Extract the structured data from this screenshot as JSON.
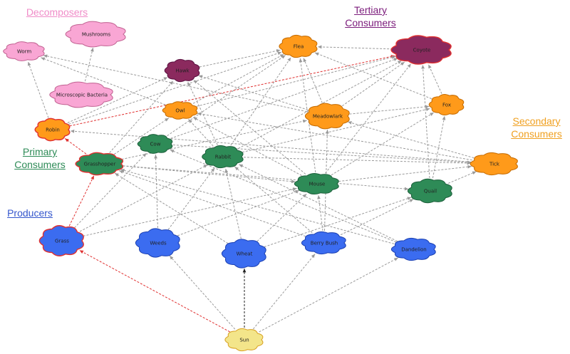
{
  "categories": {
    "decomposers": {
      "label": "Decomposers",
      "color": "#f08cc8"
    },
    "tertiary": {
      "line1": "Tertiary",
      "line2": "Consumers",
      "color": "#7b1b7b"
    },
    "secondary": {
      "line1": "Secondary",
      "line2": "Consumers",
      "color": "#f0a020"
    },
    "primary": {
      "line1": "Primary",
      "line2": "Consumers",
      "color": "#2e8b57"
    },
    "producers": {
      "label": "Producers",
      "color": "#3355cc"
    }
  },
  "node_styles": {
    "decomposer": {
      "fill": "#f9a6d4",
      "stroke": "#c06090"
    },
    "tertiary": {
      "fill": "#8b2a5e",
      "stroke": "#5a1040"
    },
    "secondary": {
      "fill": "#ff9a1a",
      "stroke": "#c46a00"
    },
    "primary": {
      "fill": "#2e8b57",
      "stroke": "#1c5e3a"
    },
    "producer": {
      "fill": "#3b6cf0",
      "stroke": "#1b3fb0"
    },
    "sun": {
      "fill": "#f3e58a",
      "stroke": "#d8a020"
    }
  },
  "nodes": [
    {
      "id": "worm",
      "label": "Worm",
      "type": "decomposer"
    },
    {
      "id": "mushrooms",
      "label": "Mushrooms",
      "type": "decomposer"
    },
    {
      "id": "bacteria",
      "label": "Microscopic Bacteria",
      "type": "decomposer"
    },
    {
      "id": "hawk",
      "label": "Hawk",
      "type": "tertiary"
    },
    {
      "id": "coyote",
      "label": "Coyote",
      "type": "tertiary",
      "outline": "#e03030"
    },
    {
      "id": "flea",
      "label": "Flea",
      "type": "secondary"
    },
    {
      "id": "owl",
      "label": "Owl",
      "type": "secondary"
    },
    {
      "id": "meadowlark",
      "label": "Meadowlark",
      "type": "secondary"
    },
    {
      "id": "fox",
      "label": "Fox",
      "type": "secondary"
    },
    {
      "id": "robin",
      "label": "Robin",
      "type": "secondary",
      "outline": "#e03030"
    },
    {
      "id": "tick",
      "label": "Tick",
      "type": "secondary"
    },
    {
      "id": "cow",
      "label": "Cow",
      "type": "primary"
    },
    {
      "id": "rabbit",
      "label": "Rabbit",
      "type": "primary"
    },
    {
      "id": "grasshopper",
      "label": "Grasshopper",
      "type": "primary",
      "outline": "#e03030"
    },
    {
      "id": "mouse",
      "label": "Mouse",
      "type": "primary"
    },
    {
      "id": "quail",
      "label": "Quail",
      "type": "primary"
    },
    {
      "id": "grass",
      "label": "Grass",
      "type": "producer",
      "outline": "#e03030"
    },
    {
      "id": "weeds",
      "label": "Weeds",
      "type": "producer"
    },
    {
      "id": "wheat",
      "label": "Wheat",
      "type": "producer"
    },
    {
      "id": "berrybush",
      "label": "Berry Bush",
      "type": "producer"
    },
    {
      "id": "dandelion",
      "label": "Dandelion",
      "type": "producer"
    },
    {
      "id": "sun",
      "label": "Sun",
      "type": "sun"
    }
  ],
  "edge_colors": {
    "grey": "#9a9a9a",
    "red": "#e03030",
    "black": "#222222"
  },
  "edges": [
    {
      "from": "sun",
      "to": "grass",
      "color": "red"
    },
    {
      "from": "sun",
      "to": "weeds",
      "color": "grey"
    },
    {
      "from": "sun",
      "to": "wheat",
      "color": "black"
    },
    {
      "from": "sun",
      "to": "berrybush",
      "color": "grey"
    },
    {
      "from": "sun",
      "to": "dandelion",
      "color": "grey"
    },
    {
      "from": "grass",
      "to": "grasshopper",
      "color": "red"
    },
    {
      "from": "robin",
      "to": "coyote",
      "color": "red"
    },
    {
      "from": "grasshopper",
      "to": "robin",
      "color": "red"
    },
    {
      "from": "grass",
      "to": "rabbit",
      "color": "grey"
    },
    {
      "from": "grass",
      "to": "mouse",
      "color": "grey"
    },
    {
      "from": "grass",
      "to": "cow",
      "color": "grey"
    },
    {
      "from": "weeds",
      "to": "cow",
      "color": "grey"
    },
    {
      "from": "weeds",
      "to": "rabbit",
      "color": "grey"
    },
    {
      "from": "weeds",
      "to": "mouse",
      "color": "grey"
    },
    {
      "from": "wheat",
      "to": "rabbit",
      "color": "grey"
    },
    {
      "from": "wheat",
      "to": "mouse",
      "color": "grey"
    },
    {
      "from": "wheat",
      "to": "grasshopper",
      "color": "grey"
    },
    {
      "from": "wheat",
      "to": "quail",
      "color": "grey"
    },
    {
      "from": "berrybush",
      "to": "mouse",
      "color": "grey"
    },
    {
      "from": "berrybush",
      "to": "quail",
      "color": "grey"
    },
    {
      "from": "berrybush",
      "to": "rabbit",
      "color": "grey"
    },
    {
      "from": "berrybush",
      "to": "meadowlark",
      "color": "grey"
    },
    {
      "from": "berrybush",
      "to": "grasshopper",
      "color": "grey"
    },
    {
      "from": "dandelion",
      "to": "cow",
      "color": "grey"
    },
    {
      "from": "dandelion",
      "to": "rabbit",
      "color": "grey"
    },
    {
      "from": "dandelion",
      "to": "grasshopper",
      "color": "grey"
    },
    {
      "from": "grasshopper",
      "to": "owl",
      "color": "grey"
    },
    {
      "from": "grasshopper",
      "to": "meadowlark",
      "color": "grey"
    },
    {
      "from": "grasshopper",
      "to": "mouse",
      "color": "grey"
    },
    {
      "from": "grasshopper",
      "to": "quail",
      "color": "grey"
    },
    {
      "from": "grasshopper",
      "to": "hawk",
      "color": "grey"
    },
    {
      "from": "cow",
      "to": "flea",
      "color": "grey"
    },
    {
      "from": "cow",
      "to": "tick",
      "color": "grey"
    },
    {
      "from": "cow",
      "to": "coyote",
      "color": "grey"
    },
    {
      "from": "rabbit",
      "to": "hawk",
      "color": "grey"
    },
    {
      "from": "rabbit",
      "to": "owl",
      "color": "grey"
    },
    {
      "from": "rabbit",
      "to": "fox",
      "color": "grey"
    },
    {
      "from": "rabbit",
      "to": "coyote",
      "color": "grey"
    },
    {
      "from": "rabbit",
      "to": "flea",
      "color": "grey"
    },
    {
      "from": "rabbit",
      "to": "tick",
      "color": "grey"
    },
    {
      "from": "mouse",
      "to": "hawk",
      "color": "grey"
    },
    {
      "from": "mouse",
      "to": "owl",
      "color": "grey"
    },
    {
      "from": "mouse",
      "to": "fox",
      "color": "grey"
    },
    {
      "from": "mouse",
      "to": "coyote",
      "color": "grey"
    },
    {
      "from": "mouse",
      "to": "flea",
      "color": "grey"
    },
    {
      "from": "mouse",
      "to": "tick",
      "color": "grey"
    },
    {
      "from": "quail",
      "to": "fox",
      "color": "grey"
    },
    {
      "from": "quail",
      "to": "coyote",
      "color": "grey"
    },
    {
      "from": "quail",
      "to": "tick",
      "color": "grey"
    },
    {
      "from": "meadowlark",
      "to": "hawk",
      "color": "grey"
    },
    {
      "from": "meadowlark",
      "to": "fox",
      "color": "grey"
    },
    {
      "from": "meadowlark",
      "to": "flea",
      "color": "grey"
    },
    {
      "from": "meadowlark",
      "to": "coyote",
      "color": "grey"
    },
    {
      "from": "owl",
      "to": "flea",
      "color": "grey"
    },
    {
      "from": "owl",
      "to": "coyote",
      "color": "grey"
    },
    {
      "from": "fox",
      "to": "flea",
      "color": "grey"
    },
    {
      "from": "fox",
      "to": "coyote",
      "color": "grey"
    },
    {
      "from": "tick",
      "to": "meadowlark",
      "color": "grey"
    },
    {
      "from": "tick",
      "to": "robin",
      "color": "grey"
    },
    {
      "from": "tick",
      "to": "owl",
      "color": "grey"
    },
    {
      "from": "robin",
      "to": "hawk",
      "color": "grey"
    },
    {
      "from": "robin",
      "to": "flea",
      "color": "grey"
    },
    {
      "from": "robin",
      "to": "worm",
      "color": "grey"
    },
    {
      "from": "hawk",
      "to": "flea",
      "color": "grey"
    },
    {
      "from": "coyote",
      "to": "flea",
      "color": "grey"
    },
    {
      "from": "bacteria",
      "to": "mushrooms",
      "color": "grey"
    },
    {
      "from": "owl",
      "to": "worm",
      "color": "grey"
    },
    {
      "from": "meadowlark",
      "to": "worm",
      "color": "grey"
    }
  ]
}
